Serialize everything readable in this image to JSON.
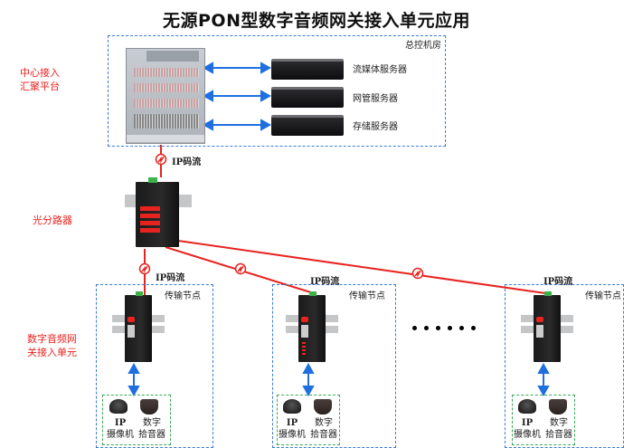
{
  "title": "无源PON型数字音频网关接入单元应用",
  "side_labels": {
    "center": [
      "中心接入",
      "汇聚平台"
    ],
    "splitter": "光分路器",
    "unit": [
      "数字音频网",
      "关接入单元"
    ]
  },
  "control_room": {
    "label": "总控机房",
    "servers": [
      {
        "name": "流媒体服务器",
        "icon": "rack-server-icon"
      },
      {
        "name": "网管服务器",
        "icon": "rack-server-icon"
      },
      {
        "name": "存储服务器",
        "icon": "rack-server-icon"
      }
    ],
    "platform_icon": "olt-chassis-icon"
  },
  "links": {
    "ip_stream": "IP码流",
    "fiber_icon": "fiber-break-icon"
  },
  "nodes": [
    {
      "label": "传输节点",
      "stream": "IP码流",
      "camera": [
        "IP",
        "摄像机"
      ],
      "mic": [
        "数字",
        "拾音器"
      ]
    },
    {
      "label": "传输节点",
      "stream": "IP码流",
      "camera": [
        "IP",
        "摄像机"
      ],
      "mic": [
        "数字",
        "拾音器"
      ]
    },
    {
      "label": "传输节点",
      "stream": "IP码流",
      "camera": [
        "IP",
        "摄像机"
      ],
      "mic": [
        "数字",
        "拾音器"
      ]
    }
  ],
  "ellipsis_count": 6,
  "colors": {
    "fiber": "#e8231f",
    "ethernet": "#1f6fe0",
    "box_blue": "#3a7bdc",
    "box_green": "#3aa65a",
    "label_red": "#e8231f"
  }
}
